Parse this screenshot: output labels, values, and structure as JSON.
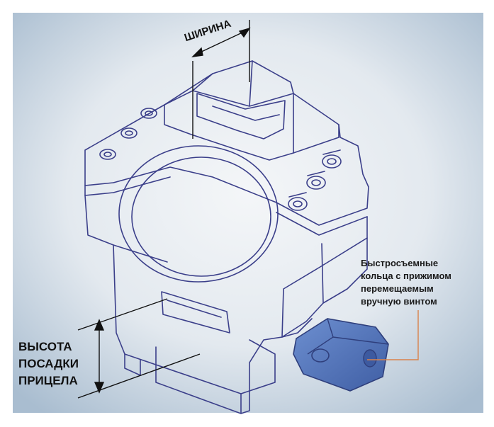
{
  "labels": {
    "width": "ШИРИНА",
    "mount_height": [
      "ВЫСОТА",
      "ПОСАДКИ",
      "ПРИЦЕЛА"
    ],
    "quick_release": [
      "Быстросъемные",
      "кольца с прижимом",
      "перемещаемым",
      "вручную винтом"
    ]
  },
  "colors": {
    "background_light": "#e9eef3",
    "background_blue": "#9fb6cc",
    "line": "#3b3f8a",
    "thumbscrew": "#4f72b8",
    "leader": "#d9824a",
    "dimension": "#111111"
  }
}
